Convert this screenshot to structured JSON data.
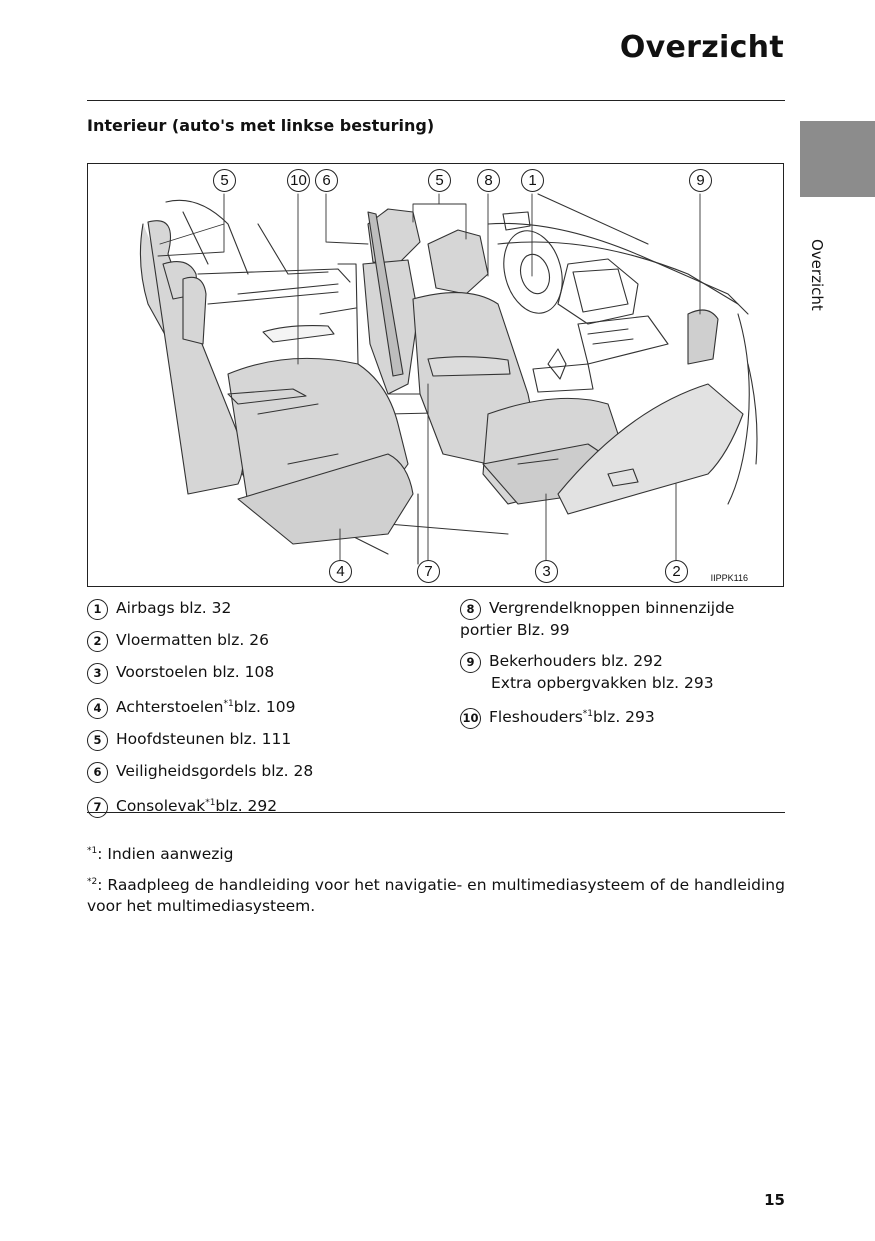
{
  "header": {
    "title": "Overzicht",
    "side_label": "Overzicht"
  },
  "section": {
    "title": "Interieur (auto's met linkse besturing)"
  },
  "figure": {
    "code": "IIPPK116",
    "top_callouts": [
      "5",
      "10",
      "6",
      "5",
      "8",
      "1",
      "9"
    ],
    "bottom_callouts": [
      "4",
      "7",
      "3",
      "2"
    ]
  },
  "callouts_left": [
    {
      "num": "1",
      "text": "Airbags blz. 32",
      "sup": "",
      "after": ""
    },
    {
      "num": "2",
      "text": "Vloermatten blz. 26",
      "sup": "",
      "after": ""
    },
    {
      "num": "3",
      "text": "Voorstoelen blz. 108",
      "sup": "",
      "after": ""
    },
    {
      "num": "4",
      "text": "Achterstoelen",
      "sup": "*1",
      "after": "blz. 109"
    },
    {
      "num": "5",
      "text": "Hoofdsteunen blz. 111",
      "sup": "",
      "after": ""
    },
    {
      "num": "6",
      "text": "Veiligheidsgordels blz. 28",
      "sup": "",
      "after": ""
    },
    {
      "num": "7",
      "text": "Consolevak",
      "sup": "*1",
      "after": "blz. 292"
    }
  ],
  "callouts_right": [
    {
      "num": "8",
      "line1": "Vergrendelknoppen binnenzijde",
      "line2": "portier Blz. 99"
    },
    {
      "num": "9",
      "line1": "Bekerhouders blz. 292",
      "line2": "Extra opbergvakken blz. 293"
    },
    {
      "num": "10",
      "text": "Fleshouders",
      "sup": "*1",
      "after": "blz. 293"
    }
  ],
  "footnotes": [
    {
      "mark": "*1",
      "text": ": Indien aanwezig"
    },
    {
      "mark": "*2",
      "text": ": Raadpleeg de handleiding voor het navigatie- en multimediasysteem of de handleiding voor het multimediasysteem."
    }
  ],
  "page_number": "15"
}
